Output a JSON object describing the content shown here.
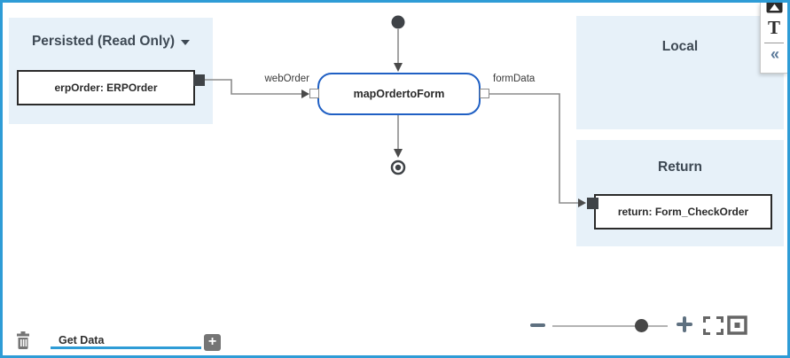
{
  "colors": {
    "canvas_border": "#2E9CD6",
    "panel_bg": "#E7F1F9",
    "step_border": "#2060C4",
    "connector_dark": "#3F4347",
    "wire_gray": "#8C8C8C",
    "active_tab_underline": "#2E9CD6"
  },
  "panels": {
    "persisted": {
      "title": "Persisted (Read Only)"
    },
    "local": {
      "title": "Local"
    },
    "return": {
      "title": "Return"
    }
  },
  "diagram": {
    "step": {
      "label": "mapOrdertoForm"
    },
    "edges": [
      {
        "label": "webOrder"
      },
      {
        "label": "formData"
      }
    ],
    "variables": [
      {
        "label": "erpOrder: ERPOrder"
      },
      {
        "label": "return: Form_CheckOrder"
      }
    ]
  },
  "toolbar": {
    "text_tool_glyph": "T",
    "collapse_glyph": "«"
  },
  "tab_bar": {
    "active_tab": "Get Data",
    "add_button": "+"
  },
  "icons": {
    "toolbar_image": "image-icon",
    "toolbar_text": "text-icon",
    "toolbar_collapse": "collapse-chevrons-icon",
    "tab_delete": "trash-icon",
    "tab_add": "plus-icon",
    "zoom_out": "minus-icon",
    "zoom_in": "plus-icon",
    "fullscreen": "fullscreen-icon",
    "fit_view": "fit-to-view-icon",
    "flow_start": "start-node-icon",
    "flow_end": "end-node-icon",
    "persisted_dropdown": "chevron-down-icon"
  }
}
